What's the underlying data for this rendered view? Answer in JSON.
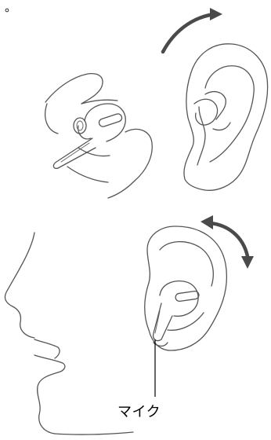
{
  "top_mark": "。",
  "mic_label": "マイク",
  "colors": {
    "arrow": "#4a4a4a",
    "outline": "#555555",
    "leader": "#000000"
  },
  "icons": {
    "top_arrow": "curved-arrow-clockwise",
    "bottom_arrow": "curved-double-arrow"
  }
}
